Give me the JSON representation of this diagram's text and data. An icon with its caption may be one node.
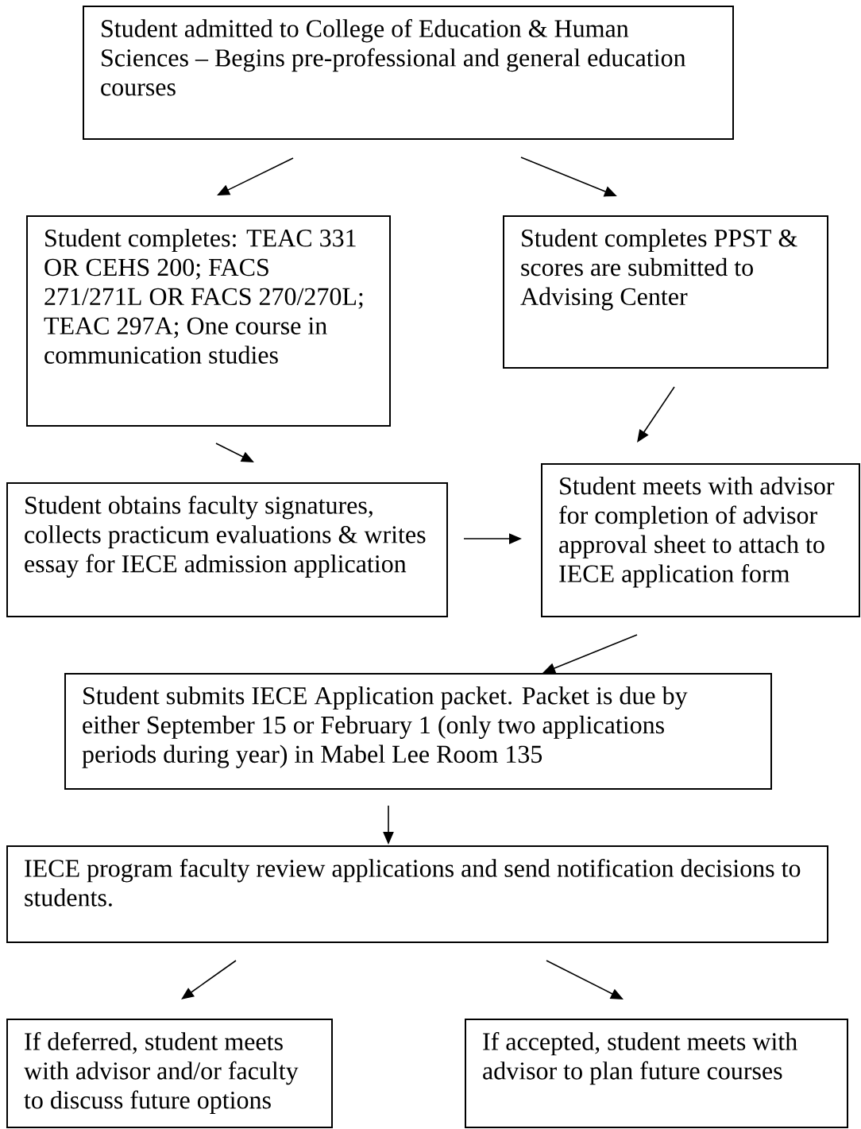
{
  "diagram": {
    "nodes": [
      {
        "text": [
          "Student admitted to College of Education & Human Sciences – Begins pre-professional and general education courses"
        ]
      },
      {
        "text": [
          "Student completes: TEAC 331 OR CEHS 200; FACS 271/271L OR FACS 270/270L; TEAC 297A; One course in communication studies"
        ]
      },
      {
        "text": [
          "Student completes PPST & scores are submitted to Advising Center"
        ]
      },
      {
        "text": [
          "Student obtains faculty signatures, collects practicum evaluations & writes essay for IECE admission application"
        ]
      },
      {
        "text": [
          "Student meets with advisor for completion of advisor approval sheet to attach to IECE application form"
        ]
      },
      {
        "text": [
          "Student submits IECE Application packet.  Packet is due by either September 15 or February 1 (only two applications periods during year) in Mabel Lee Room 135"
        ]
      },
      {
        "text": [
          "IECE program faculty review applications and send notification decisions to students."
        ]
      },
      {
        "text": [
          "If deferred, student meets with advisor and/or faculty to discuss future options"
        ]
      },
      {
        "text": [
          "If accepted, student meets with advisor to plan future courses"
        ]
      }
    ],
    "edges": [
      {
        "from": 0,
        "to": 1,
        "arrow": "to"
      },
      {
        "from": 0,
        "to": 2,
        "arrow": "to"
      },
      {
        "from": 1,
        "to": 3,
        "arrow": "to"
      },
      {
        "from": 2,
        "to": 4,
        "arrow": "to"
      },
      {
        "from": 3,
        "to": 4,
        "arrow": "to"
      },
      {
        "from": 4,
        "to": 5,
        "arrow": "to"
      },
      {
        "from": 5,
        "to": 6,
        "arrow": "to"
      },
      {
        "from": 6,
        "to": 7,
        "arrow": "to"
      },
      {
        "from": 6,
        "to": 8,
        "arrow": "to"
      }
    ]
  }
}
